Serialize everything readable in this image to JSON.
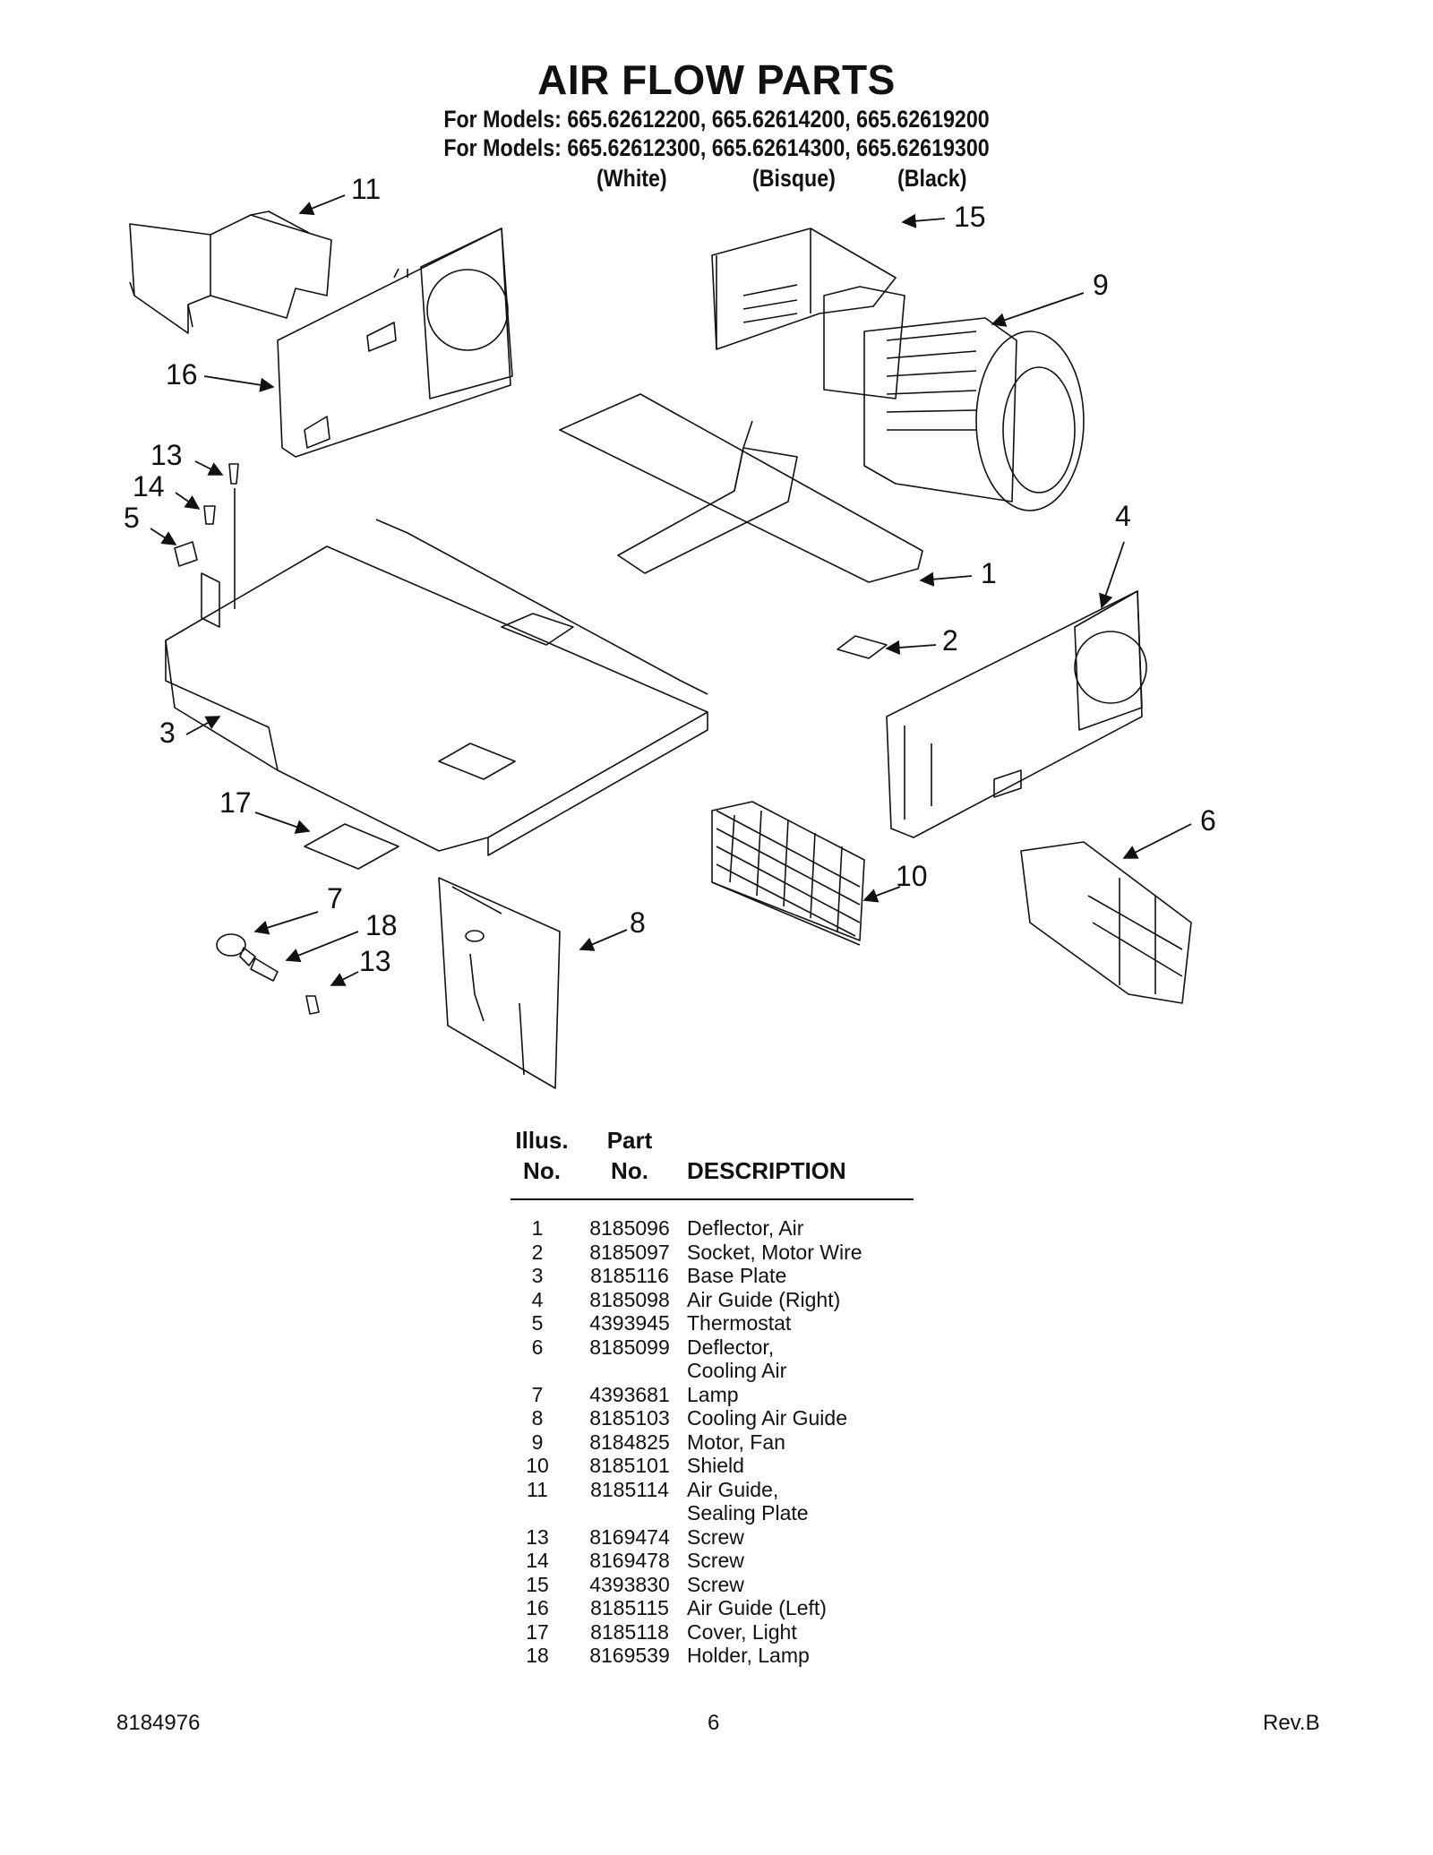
{
  "header": {
    "title": "AIR FLOW PARTS",
    "models_line1": "For Models: 665.62612200, 665.62614200, 665.62619200",
    "models_line2": "For Models: 665.62612300, 665.62614300, 665.62619300",
    "colors": [
      "(White)",
      "(Bisque)",
      "(Black)"
    ]
  },
  "callouts": [
    "11",
    "15",
    "9",
    "16",
    "13",
    "14",
    "5",
    "1",
    "4",
    "2",
    "3",
    "17",
    "6",
    "10",
    "7",
    "18",
    "8",
    "13"
  ],
  "table": {
    "headers": {
      "illus_top": "Illus.",
      "illus_bottom": "No.",
      "part_top": "Part",
      "part_bottom": "No.",
      "description": "DESCRIPTION"
    },
    "rows": [
      {
        "illus": "1",
        "part": "8185096",
        "desc": "Deflector, Air"
      },
      {
        "illus": "2",
        "part": "8185097",
        "desc": "Socket, Motor Wire"
      },
      {
        "illus": "3",
        "part": "8185116",
        "desc": "Base Plate"
      },
      {
        "illus": "4",
        "part": "8185098",
        "desc": "Air Guide (Right)"
      },
      {
        "illus": "5",
        "part": "4393945",
        "desc": "Thermostat"
      },
      {
        "illus": "6",
        "part": "8185099",
        "desc": "Deflector,\nCooling Air"
      },
      {
        "illus": "7",
        "part": "4393681",
        "desc": "Lamp"
      },
      {
        "illus": "8",
        "part": "8185103",
        "desc": "Cooling Air Guide"
      },
      {
        "illus": "9",
        "part": "8184825",
        "desc": "Motor, Fan"
      },
      {
        "illus": "10",
        "part": "8185101",
        "desc": "Shield"
      },
      {
        "illus": "11",
        "part": "8185114",
        "desc": "Air Guide,\nSealing Plate"
      },
      {
        "illus": "13",
        "part": "8169474",
        "desc": "Screw"
      },
      {
        "illus": "14",
        "part": "8169478",
        "desc": "Screw"
      },
      {
        "illus": "15",
        "part": "4393830",
        "desc": "Screw"
      },
      {
        "illus": "16",
        "part": "8185115",
        "desc": "Air Guide (Left)"
      },
      {
        "illus": "17",
        "part": "8185118",
        "desc": "Cover, Light"
      },
      {
        "illus": "18",
        "part": "8169539",
        "desc": "Holder, Lamp"
      }
    ]
  },
  "footer": {
    "doc_number": "8184976",
    "page_number": "6",
    "revision": "Rev.B"
  }
}
